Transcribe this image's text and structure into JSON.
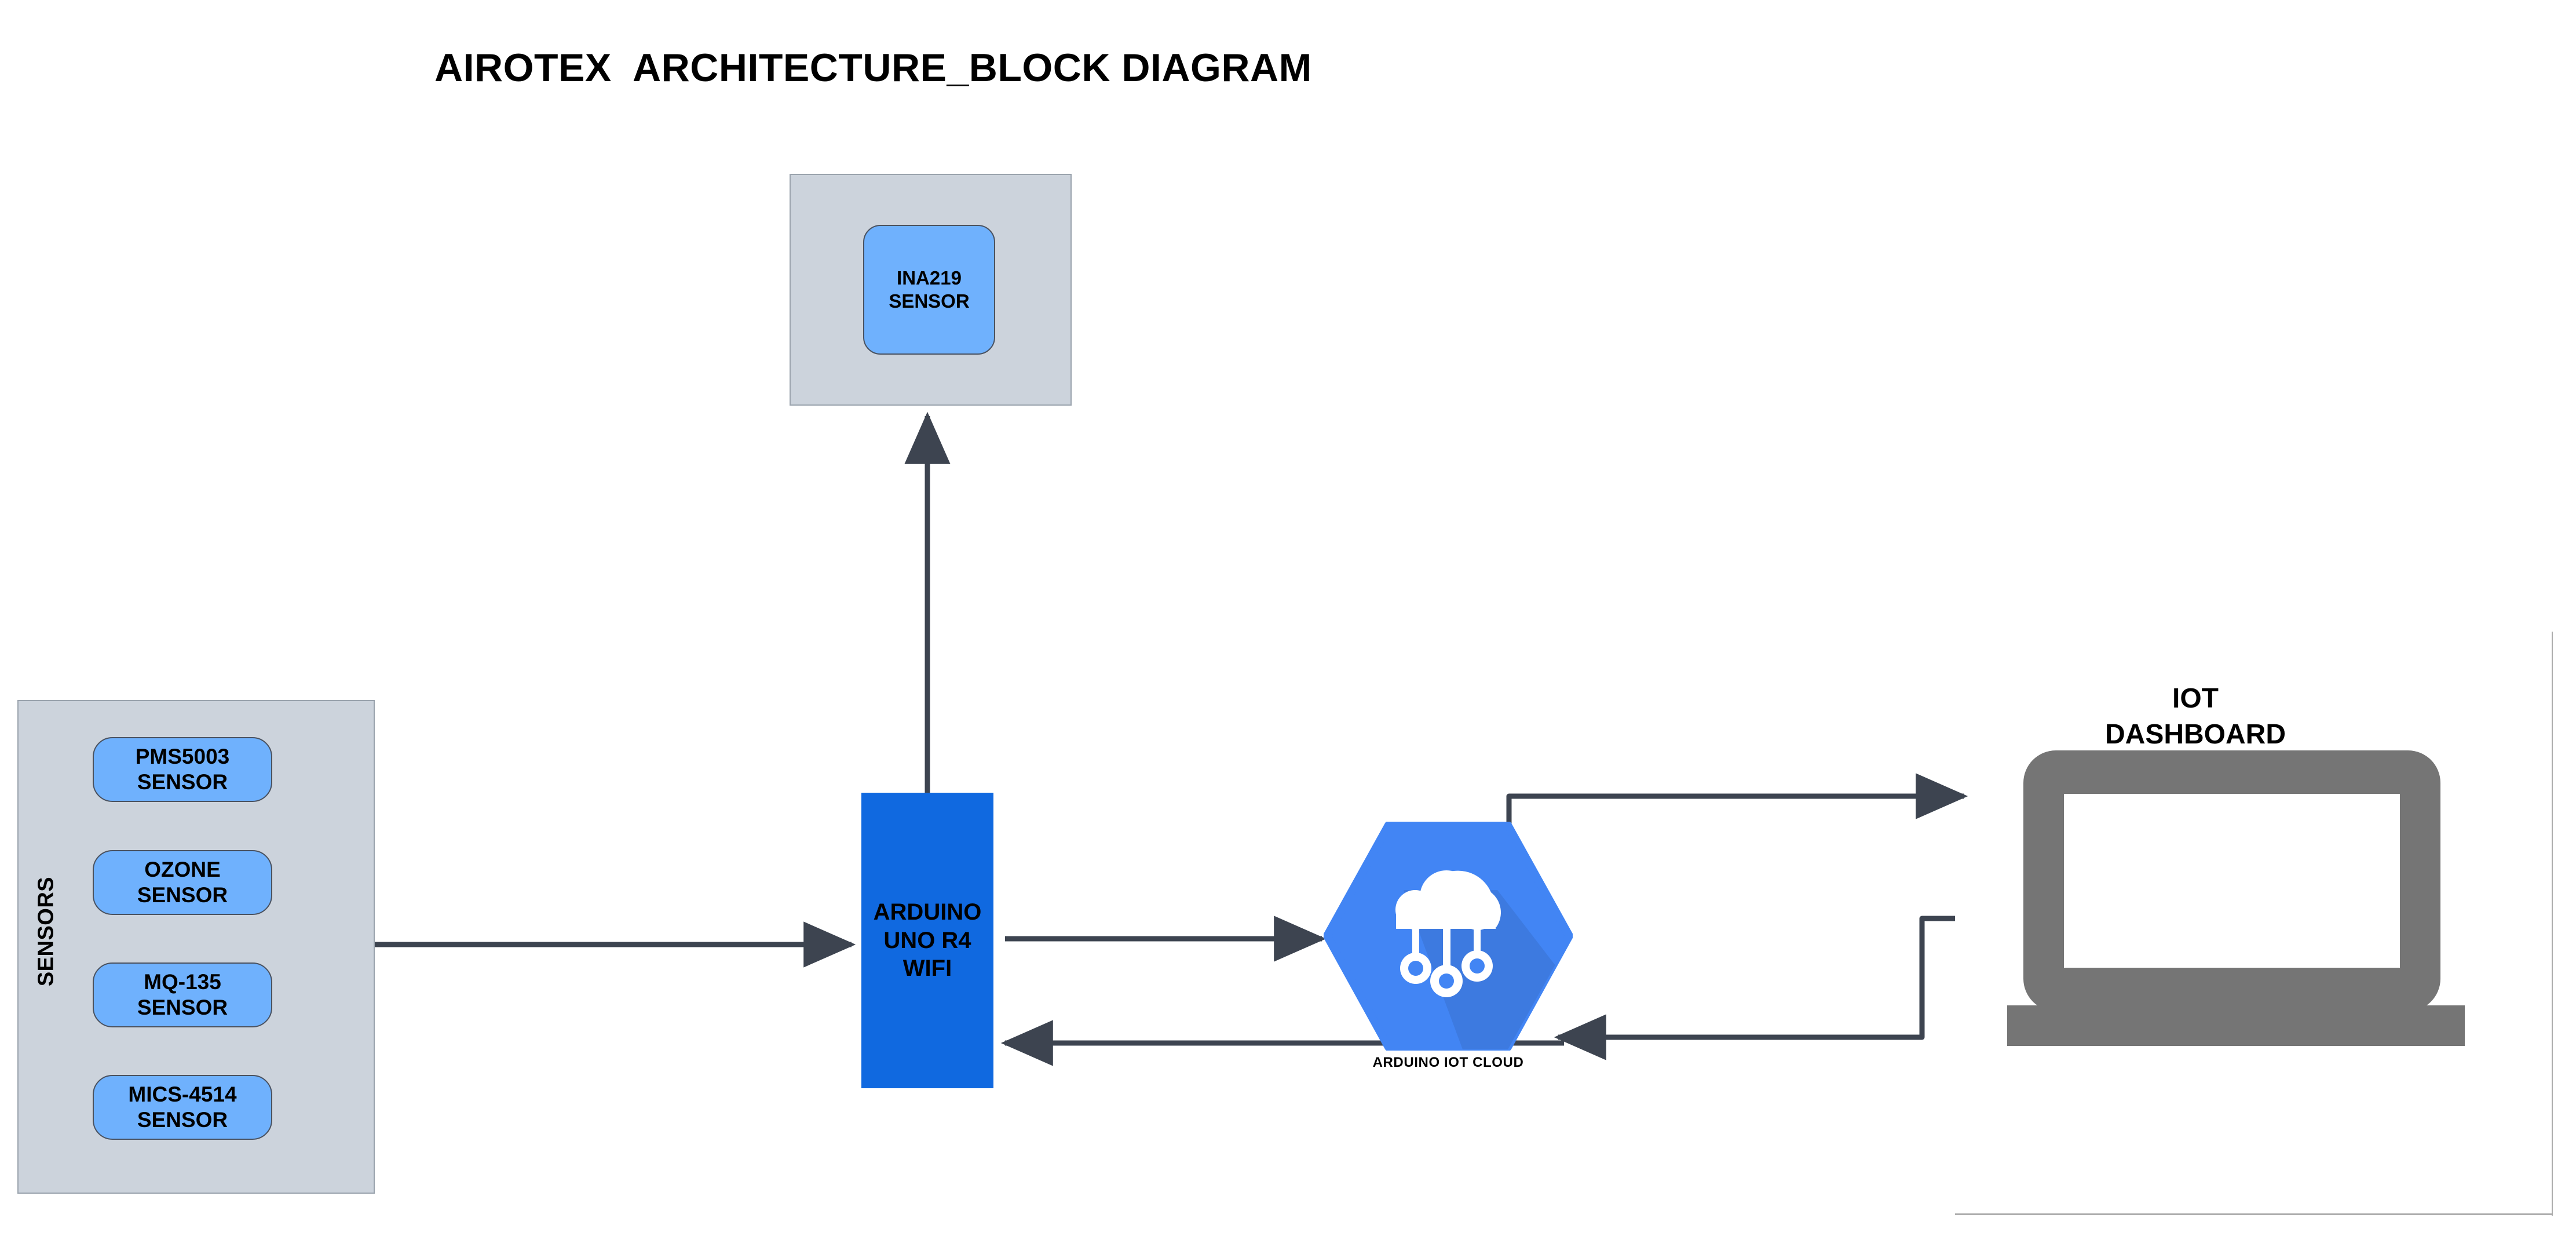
{
  "title": "AIROTEX  ARCHITECTURE_BLOCK DIAGRAM",
  "colors": {
    "arduino_blue": "#1069E0",
    "sensor_blue": "#6FB1FD",
    "group_gray": "#CCD3DC",
    "connector_dark": "#3D4450",
    "laptop_gray": "#757575",
    "cloud_hex": "#4285F4",
    "cloud_shadow": "#3C78DC",
    "background": "#FFFFFF"
  },
  "sensors_group": {
    "label": "SENSORS",
    "items": [
      {
        "name": "PMS5003",
        "kind": "SENSOR"
      },
      {
        "name": "OZONE",
        "kind": "SENSOR"
      },
      {
        "name": "MQ-135",
        "kind": "SENSOR"
      },
      {
        "name": "MICS-4514",
        "kind": "SENSOR"
      }
    ]
  },
  "power_group": {
    "item": {
      "name": "INA219",
      "kind": "SENSOR"
    }
  },
  "controller": {
    "line1": "ARDUINO",
    "line2": "UNO R4",
    "line3": "WIFI"
  },
  "cloud": {
    "label": "ARDUINO IOT CLOUD"
  },
  "dashboard": {
    "line1": "IOT",
    "line2": "DASHBOARD"
  },
  "connections": [
    {
      "from": "sensors-group",
      "to": "arduino-block",
      "direction": "one-way"
    },
    {
      "from": "ina219-sensor",
      "to": "arduino-block",
      "direction": "one-way-up"
    },
    {
      "from": "arduino-block",
      "to": "arduino-iot-cloud",
      "direction": "bidirectional"
    },
    {
      "from": "arduino-iot-cloud",
      "to": "iot-dashboard",
      "direction": "bidirectional"
    }
  ]
}
